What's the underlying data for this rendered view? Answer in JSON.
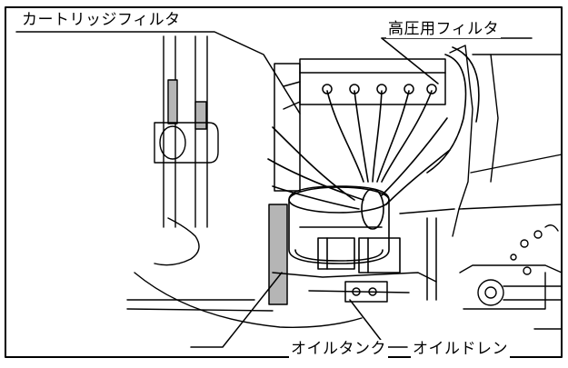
{
  "labels": {
    "cartridge_filter": "カートリッジフィルタ",
    "high_pressure_filter": "高圧用フィルタ",
    "oil_tank": "オイルタンク",
    "oil_drain": "オイルドレン"
  },
  "colors": {
    "ink": "#000000",
    "paper": "#ffffff",
    "shade": "#b5b5b5"
  }
}
